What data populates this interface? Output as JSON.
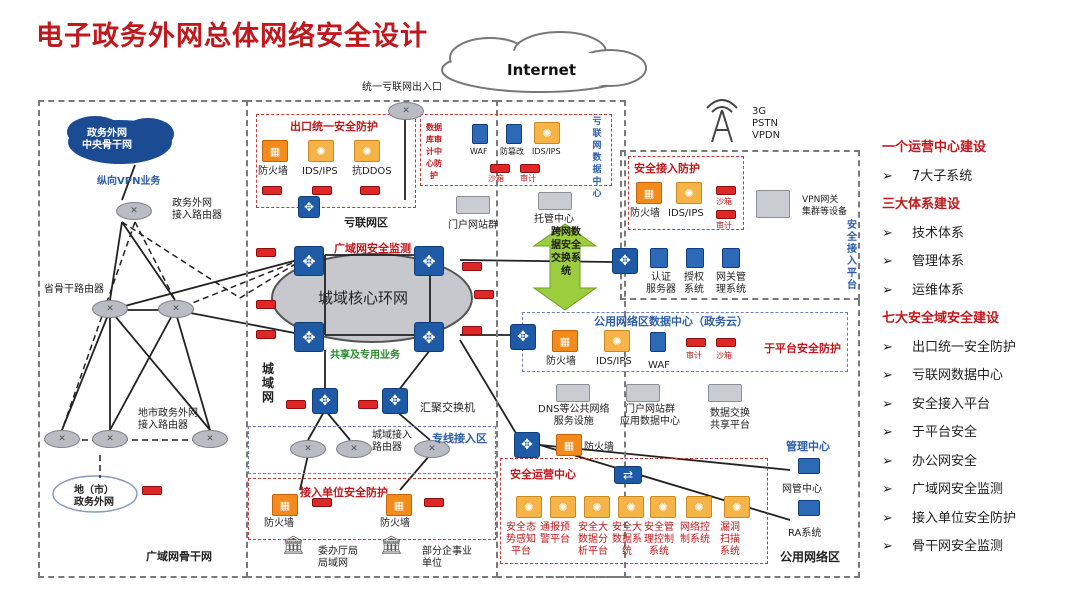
{
  "title": "电子政务外网总体网络安全设计",
  "internet": "Internet",
  "wireless": [
    "3G",
    "PSTN",
    "VPDN"
  ],
  "labels": {
    "internet_exit": "统一亏联网出入口",
    "gov_backbone_cloud": "政务外网\n中央骨干网",
    "vpn_business": "纵向VPN业务",
    "gov_access_router": "政务外网\n接入路由器",
    "prov_backbone_router": "省骨干路由器",
    "city_access_router": "地市政务外网\n接入路由器",
    "city_gov_cloud": "地（市）\n政务外网",
    "wan_backbone": "广域网骨干网",
    "exit_protection": "出口统一安全防护",
    "firewall": "防火墙",
    "ids_ips": "IDS/IPS",
    "anti_ddos": "抗DDOS",
    "internet_zone": "亏联网区",
    "internet_dc": "亏联网数据中心",
    "waf": "WAF",
    "anti_tamper": "防篡改",
    "sandbox": "沙箱",
    "audit": "审计",
    "db_audit": "数据库审计中心防护",
    "portal_cluster": "门户网站群",
    "hosting_center": "托管中心",
    "cross_net": "跨网数据安全交换系统",
    "security_access_protection": "安全接入防护",
    "vpn_gateway": "VPN网关\n集群等设备",
    "security_access_platform": "安全接入平台",
    "auth_server": "认证\n服务器",
    "authorization": "授权\n系统",
    "gateway_mgmt": "网关管\n理系统",
    "wan_monitor": "广域网安全监测",
    "core_ring": "城域核心环网",
    "shared_business": "共享及专用业务",
    "metro": "城\n域\n网",
    "aggregation": "汇聚交换机",
    "metro_access_router": "城域接入\n路由器",
    "wireline_access": "专线接入区",
    "unit_protection": "接入单位安全防护",
    "agency_lan": "委办厅局\n局域网",
    "enterprise_unit": "部分企事业\n单位",
    "public_dc": "公用网络区数据中心（政务云）",
    "cloud_protection": "于平台安全防护",
    "dns": "DNS等公共网络\n服务设施",
    "portal_db": "门户网站群\n应用数据中心",
    "data_exchange": "数据交换\n共享平台",
    "ops_center": "安全运营中心",
    "sec_situation": "安全态\n势感知\n平台",
    "alert_platform": "通报预\n警平台",
    "bigdata_analysis": "安全大\n数据分\n析平台",
    "bigdata_center": "安全大\n数据系\n统",
    "mgmt_control": "安全管\n理控制\n系统",
    "net_control": "网络控\n制系统",
    "vuln_scan": "漏洞\n扫描\n系统",
    "mgmt_center": "管理中心",
    "nms": "网管中心",
    "ra": "RA系统",
    "public_zone": "公用网络区"
  },
  "right_panel": [
    {
      "type": "heading",
      "text": "一个运营中心建设"
    },
    {
      "type": "item",
      "text": "7大子系统"
    },
    {
      "type": "heading",
      "text": "三大体系建设"
    },
    {
      "type": "item",
      "text": "技术体系"
    },
    {
      "type": "item",
      "text": "管理体系"
    },
    {
      "type": "item",
      "text": "运维体系"
    },
    {
      "type": "heading",
      "text": "七大安全域安全建设"
    },
    {
      "type": "item",
      "text": "出口统一安全防护"
    },
    {
      "type": "item",
      "text": "亏联网数据中心"
    },
    {
      "type": "item",
      "text": "安全接入平台"
    },
    {
      "type": "item",
      "text": "于平台安全"
    },
    {
      "type": "item",
      "text": "办公网安全"
    },
    {
      "type": "item",
      "text": "广域网安全监测"
    },
    {
      "type": "item",
      "text": "接入单位安全防护"
    },
    {
      "type": "item",
      "text": "骨干网安全监测"
    }
  ],
  "colors": {
    "accent_red": "#c0181c",
    "switch_blue": "#1f5aa6",
    "firewall_orange": "#f28a1c",
    "exchange_green": "#9ccd3e"
  },
  "arrow_marker": "➢"
}
